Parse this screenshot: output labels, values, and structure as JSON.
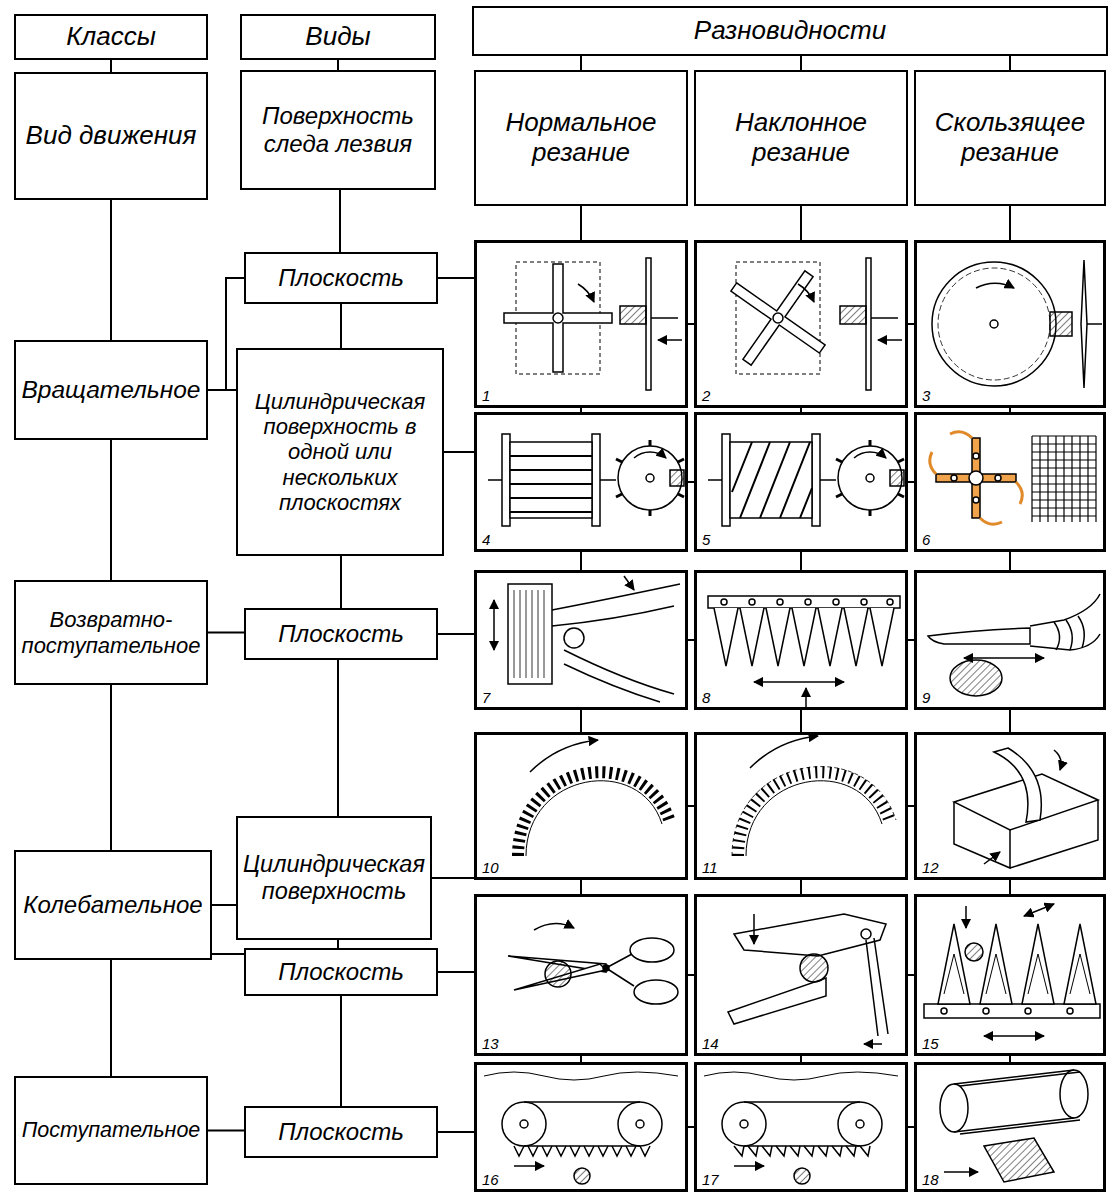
{
  "diagram": {
    "nodes": [
      {
        "text": [
          "Классы"
        ]
      },
      {
        "text": [
          "Виды"
        ]
      },
      {
        "text": [
          "Разновидности"
        ]
      },
      {
        "text": [
          "Вид движения"
        ]
      },
      {
        "text": [
          "Поверхность следа лезвия"
        ]
      },
      {
        "text": [
          "Нормальное резание"
        ]
      },
      {
        "text": [
          "Наклонное резание"
        ]
      },
      {
        "text": [
          "Скользящее резание"
        ]
      },
      {
        "text": [
          "Плоскость"
        ]
      },
      {
        "text": [
          "1"
        ]
      },
      {
        "text": [
          "2"
        ]
      },
      {
        "text": [
          "3"
        ]
      },
      {
        "text": [
          "Вращательное"
        ]
      },
      {
        "text": [
          "Цилиндрическая поверхность в одной или нескольких плоскостях"
        ]
      },
      {
        "text": [
          "4"
        ]
      },
      {
        "text": [
          "5"
        ]
      },
      {
        "text": [
          "6"
        ]
      },
      {
        "text": [
          "Возвратно- поступательное"
        ]
      },
      {
        "text": [
          "Плоскость"
        ]
      },
      {
        "text": [
          "7"
        ]
      },
      {
        "text": [
          "8"
        ]
      },
      {
        "text": [
          "9"
        ]
      },
      {
        "text": [
          "Цилиндрическая поверхность"
        ]
      },
      {
        "text": [
          "10"
        ]
      },
      {
        "text": [
          "11"
        ]
      },
      {
        "text": [
          "12"
        ]
      },
      {
        "text": [
          "Колебательное"
        ]
      },
      {
        "text": [
          "Плоскость"
        ]
      },
      {
        "text": [
          "13"
        ]
      },
      {
        "text": [
          "14"
        ]
      },
      {
        "text": [
          "15"
        ]
      },
      {
        "text": [
          "Поступательное"
        ]
      },
      {
        "text": [
          "Плоскость"
        ]
      },
      {
        "text": [
          "16"
        ]
      },
      {
        "text": [
          "17"
        ]
      },
      {
        "text": [
          "18"
        ]
      }
    ],
    "edges": [
      {
        "from": 0,
        "to": 3,
        "arrow": "none"
      },
      {
        "from": 1,
        "to": 4,
        "arrow": "none"
      },
      {
        "from": 2,
        "to": 5,
        "arrow": "none"
      },
      {
        "from": 2,
        "to": 6,
        "arrow": "none"
      },
      {
        "from": 2,
        "to": 7,
        "arrow": "none"
      },
      {
        "from": 3,
        "to": 12,
        "arrow": "none"
      },
      {
        "from": 12,
        "to": 17,
        "arrow": "none"
      },
      {
        "from": 17,
        "to": 26,
        "arrow": "none"
      },
      {
        "from": 26,
        "to": 31,
        "arrow": "none"
      },
      {
        "from": 4,
        "to": 8,
        "arrow": "none"
      },
      {
        "from": 8,
        "to": 13,
        "arrow": "none"
      },
      {
        "from": 13,
        "to": 18,
        "arrow": "none"
      },
      {
        "from": 18,
        "to": 22,
        "arrow": "none"
      },
      {
        "from": 22,
        "to": 27,
        "arrow": "none"
      },
      {
        "from": 27,
        "to": 32,
        "arrow": "none"
      },
      {
        "from": 12,
        "to": 8,
        "arrow": "none"
      },
      {
        "from": 12,
        "to": 13,
        "arrow": "none"
      },
      {
        "from": 17,
        "to": 18,
        "arrow": "none"
      },
      {
        "from": 26,
        "to": 22,
        "arrow": "none"
      },
      {
        "from": 26,
        "to": 27,
        "arrow": "none"
      },
      {
        "from": 31,
        "to": 32,
        "arrow": "none"
      },
      {
        "from": 5,
        "to": 9,
        "arrow": "none"
      },
      {
        "from": 6,
        "to": 10,
        "arrow": "none"
      },
      {
        "from": 7,
        "to": 11,
        "arrow": "none"
      },
      {
        "from": 9,
        "to": 14,
        "arrow": "none"
      },
      {
        "from": 14,
        "to": 19,
        "arrow": "none"
      },
      {
        "from": 19,
        "to": 23,
        "arrow": "none"
      },
      {
        "from": 23,
        "to": 28,
        "arrow": "none"
      },
      {
        "from": 28,
        "to": 33,
        "arrow": "none"
      },
      {
        "from": 10,
        "to": 15,
        "arrow": "none"
      },
      {
        "from": 15,
        "to": 20,
        "arrow": "none"
      },
      {
        "from": 20,
        "to": 24,
        "arrow": "none"
      },
      {
        "from": 24,
        "to": 29,
        "arrow": "none"
      },
      {
        "from": 29,
        "to": 34,
        "arrow": "none"
      },
      {
        "from": 11,
        "to": 16,
        "arrow": "none"
      },
      {
        "from": 16,
        "to": 21,
        "arrow": "none"
      },
      {
        "from": 21,
        "to": 25,
        "arrow": "none"
      },
      {
        "from": 25,
        "to": 30,
        "arrow": "none"
      },
      {
        "from": 30,
        "to": 35,
        "arrow": "none"
      },
      {
        "from": 8,
        "to": 9,
        "arrow": "none"
      },
      {
        "from": 9,
        "to": 10,
        "arrow": "none"
      },
      {
        "from": 10,
        "to": 11,
        "arrow": "none"
      },
      {
        "from": 13,
        "to": 14,
        "arrow": "none"
      },
      {
        "from": 14,
        "to": 15,
        "arrow": "none"
      },
      {
        "from": 15,
        "to": 16,
        "arrow": "none"
      },
      {
        "from": 18,
        "to": 19,
        "arrow": "none"
      },
      {
        "from": 19,
        "to": 20,
        "arrow": "none"
      },
      {
        "from": 20,
        "to": 21,
        "arrow": "none"
      },
      {
        "from": 22,
        "to": 23,
        "arrow": "none"
      },
      {
        "from": 23,
        "to": 24,
        "arrow": "none"
      },
      {
        "from": 24,
        "to": 25,
        "arrow": "none"
      },
      {
        "from": 27,
        "to": 28,
        "arrow": "none"
      },
      {
        "from": 28,
        "to": 29,
        "arrow": "none"
      },
      {
        "from": 29,
        "to": 30,
        "arrow": "none"
      },
      {
        "from": 32,
        "to": 33,
        "arrow": "none"
      },
      {
        "from": 33,
        "to": 34,
        "arrow": "none"
      },
      {
        "from": 34,
        "to": 35,
        "arrow": "none"
      }
    ]
  }
}
